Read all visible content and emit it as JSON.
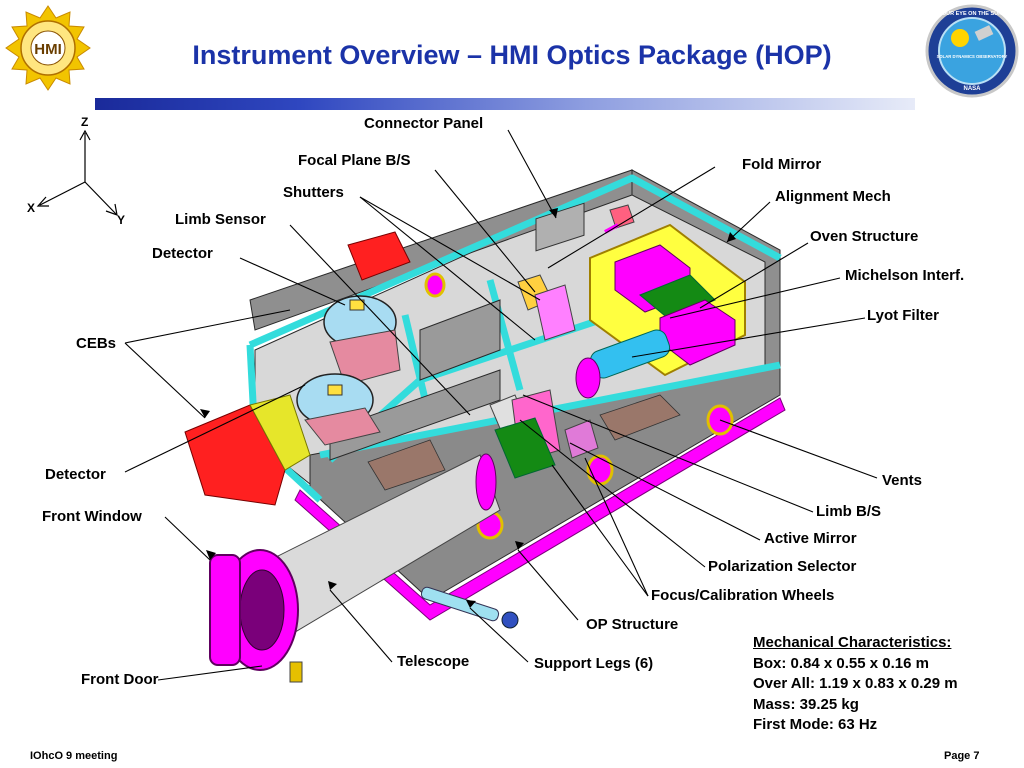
{
  "title": "Instrument Overview – HMI Optics Package (HOP)",
  "logos": {
    "left_text": "HMI",
    "right_text": "SOLAR DYNAMICS OBSERVATORY",
    "right_ring": "OUR EYE ON THE SUN",
    "right_agency": "NASA"
  },
  "axes": {
    "z": "Z",
    "x": "X",
    "y": "Y"
  },
  "labels": {
    "connector_panel": "Connector Panel",
    "focal_plane_bs": "Focal Plane B/S",
    "fold_mirror": "Fold Mirror",
    "shutters": "Shutters",
    "alignment_mech": "Alignment Mech",
    "limb_sensor": "Limb Sensor",
    "oven_structure": "Oven Structure",
    "detector_top": "Detector",
    "michelson": "Michelson Interf.",
    "lyot_filter": "Lyot Filter",
    "cebs": "CEBs",
    "detector_bottom": "Detector",
    "vents": "Vents",
    "front_window": "Front Window",
    "limb_bs": "Limb B/S",
    "active_mirror": "Active Mirror",
    "polarization_selector": "Polarization Selector",
    "focus_calibration_wheels": "Focus/Calibration Wheels",
    "op_structure": "OP Structure",
    "telescope": "Telescope",
    "support_legs": "Support Legs (6)",
    "front_door": "Front Door"
  },
  "mechanical": {
    "heading": "Mechanical Characteristics:",
    "box": "Box: 0.84 x 0.55 x 0.16 m",
    "overall": "Over All: 1.19 x 0.83 x 0.29 m",
    "mass": "Mass: 39.25 kg",
    "first_mode": "First Mode: 63 Hz"
  },
  "footer": {
    "left": "IOhcO 9 meeting",
    "right": "Page 7"
  },
  "colors": {
    "title": "#1b33a8",
    "frame": "#33dcdc",
    "wall": "#8f8f8f",
    "magenta": "#ff00ff",
    "red": "#ff2020",
    "green": "#148a14"
  }
}
